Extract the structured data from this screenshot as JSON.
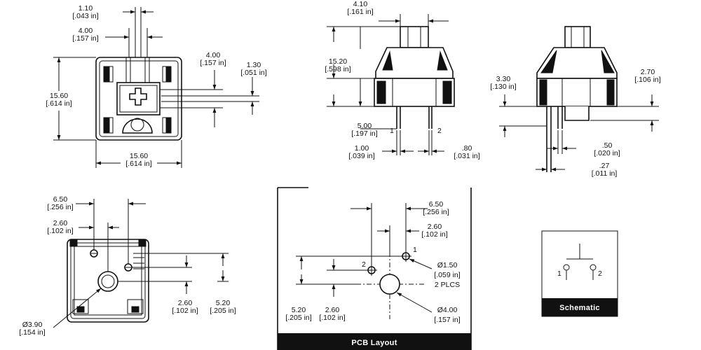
{
  "front_view": {
    "dim_top_stem": {
      "mm": "1.10",
      "in": "[.043 in]"
    },
    "dim_top_cross": {
      "mm": "4.00",
      "in": "[.157 in]"
    },
    "dim_right_cross": {
      "mm": "4.00",
      "in": "[.157 in]"
    },
    "dim_right_stem": {
      "mm": "1.30",
      "in": "[.051 in]"
    },
    "dim_height": {
      "mm": "15.60",
      "in": "[.614 in]"
    },
    "dim_width": {
      "mm": "15.60",
      "in": "[.614 in]"
    }
  },
  "side_view": {
    "dim_stem_width": {
      "mm": "4.10",
      "in": "[.161 in]"
    },
    "dim_top_height": {
      "mm": "15.20",
      "in": "[.598 in]"
    },
    "dim_bottom_height": {
      "mm": "5.00",
      "in": "[.197 in]"
    },
    "pin1_label": "1",
    "pin2_label": "2",
    "dim_pin1_width": {
      "mm": "1.00",
      "in": "[.039 in]"
    },
    "dim_pin2_width": {
      "mm": ".80",
      "in": "[.031 in]"
    }
  },
  "end_view": {
    "dim_left_height": {
      "mm": "3.30",
      "in": "[.130 in]"
    },
    "dim_right_height": {
      "mm": "2.70",
      "in": "[.106 in]"
    },
    "dim_pin_width": {
      "mm": ".50",
      "in": "[.020 in]"
    },
    "dim_pin_thickness": {
      "mm": ".27",
      "in": "[.011 in]"
    }
  },
  "bottom_view": {
    "dim_outer": {
      "mm": "6.50",
      "in": "[.256 in]"
    },
    "dim_inner": {
      "mm": "2.60",
      "in": "[.102 in]"
    },
    "dim_right_small": {
      "mm": "2.60",
      "in": "[.102 in]"
    },
    "dim_right_large": {
      "mm": "5.20",
      "in": "[.205 in]"
    },
    "dim_diameter": {
      "mm": "Ø3.90",
      "in": "[.154 in]"
    }
  },
  "pcb_layout": {
    "caption": "PCB Layout",
    "dim_top_outer": {
      "mm": "6.50",
      "in": "[.256 in]"
    },
    "dim_top_inner": {
      "mm": "2.60",
      "in": "[.102 in]"
    },
    "dim_left_outer": {
      "mm": "5.20",
      "in": "[.205 in]"
    },
    "dim_left_inner": {
      "mm": "2.60",
      "in": "[.102 in]"
    },
    "dim_hole_small": {
      "mm": "Ø1.50",
      "in": "[.059 in]",
      "note": "2 PLCS"
    },
    "dim_hole_large": {
      "mm": "Ø4.00",
      "in": "[.157 in]"
    },
    "pin1_label": "1",
    "pin2_label": "2"
  },
  "schematic": {
    "caption": "Schematic",
    "pin1_label": "1",
    "pin2_label": "2"
  }
}
